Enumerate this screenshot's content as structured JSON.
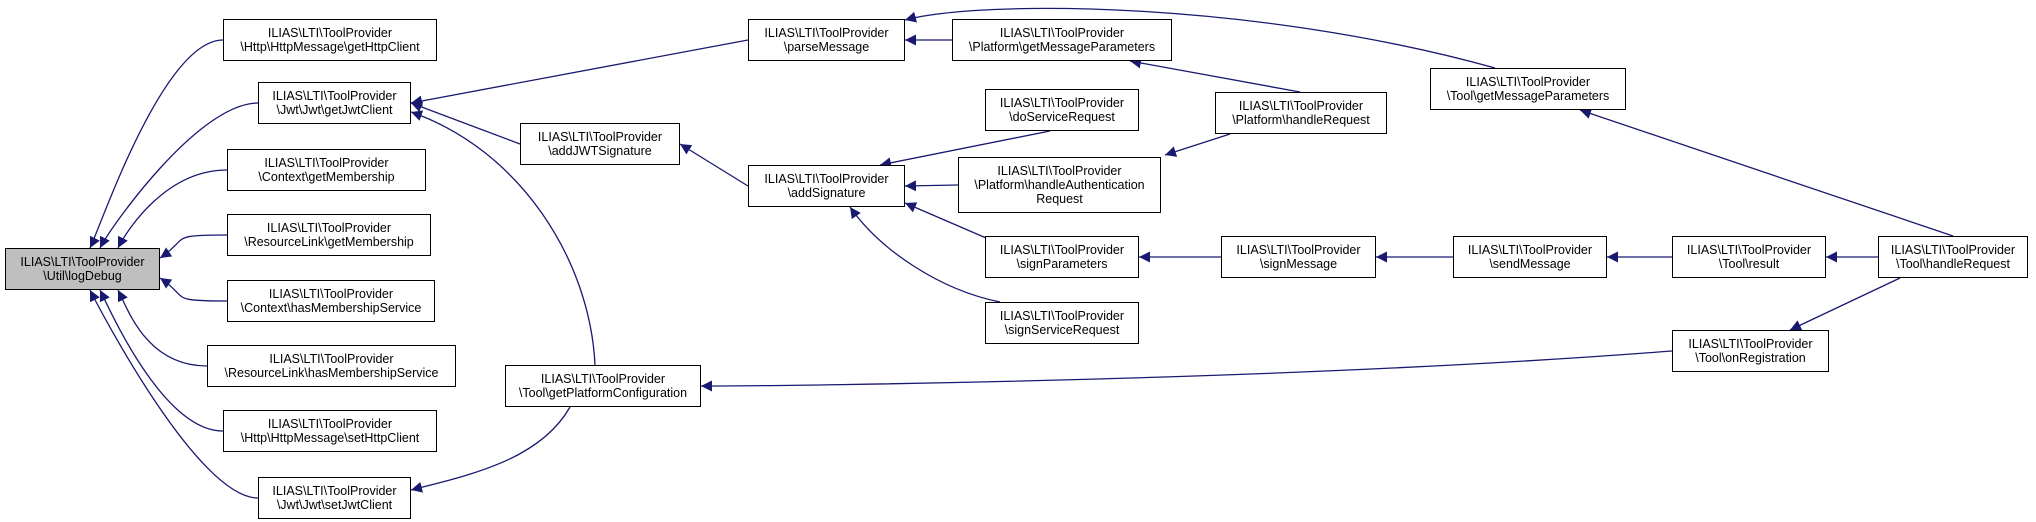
{
  "colors": {
    "edge": "#191970",
    "root_fill": "#bfbfbf",
    "node_fill": "#ffffff",
    "border": "#000000"
  },
  "nodes": [
    {
      "id": "logDebug",
      "lines": [
        "ILIAS\\LTI\\ToolProvider",
        "\\Util\\logDebug"
      ],
      "root": true
    },
    {
      "id": "httpGet",
      "lines": [
        "ILIAS\\LTI\\ToolProvider",
        "\\Http\\HttpMessage\\getHttpClient"
      ]
    },
    {
      "id": "jwtGet",
      "lines": [
        "ILIAS\\LTI\\ToolProvider",
        "\\Jwt\\Jwt\\getJwtClient"
      ]
    },
    {
      "id": "ctxGetMem",
      "lines": [
        "ILIAS\\LTI\\ToolProvider",
        "\\Context\\getMembership"
      ]
    },
    {
      "id": "rlGetMem",
      "lines": [
        "ILIAS\\LTI\\ToolProvider",
        "\\ResourceLink\\getMembership"
      ]
    },
    {
      "id": "ctxHasMem",
      "lines": [
        "ILIAS\\LTI\\ToolProvider",
        "\\Context\\hasMembershipService"
      ]
    },
    {
      "id": "rlHasMem",
      "lines": [
        "ILIAS\\LTI\\ToolProvider",
        "\\ResourceLink\\hasMembershipService"
      ]
    },
    {
      "id": "httpSet",
      "lines": [
        "ILIAS\\LTI\\ToolProvider",
        "\\Http\\HttpMessage\\setHttpClient"
      ]
    },
    {
      "id": "jwtSet",
      "lines": [
        "ILIAS\\LTI\\ToolProvider",
        "\\Jwt\\Jwt\\setJwtClient"
      ]
    },
    {
      "id": "addJWT",
      "lines": [
        "ILIAS\\LTI\\ToolProvider",
        "\\addJWTSignature"
      ]
    },
    {
      "id": "getPlatCfg",
      "lines": [
        "ILIAS\\LTI\\ToolProvider",
        "\\Tool\\getPlatformConfiguration"
      ]
    },
    {
      "id": "parseMsg",
      "lines": [
        "ILIAS\\LTI\\ToolProvider",
        "\\parseMessage"
      ]
    },
    {
      "id": "addSig",
      "lines": [
        "ILIAS\\LTI\\ToolProvider",
        "\\addSignature"
      ]
    },
    {
      "id": "platGetMsgP",
      "lines": [
        "ILIAS\\LTI\\ToolProvider",
        "\\Platform\\getMessageParameters"
      ]
    },
    {
      "id": "doSvc",
      "lines": [
        "ILIAS\\LTI\\ToolProvider",
        "\\doServiceRequest"
      ]
    },
    {
      "id": "platHandleAuth",
      "lines": [
        "ILIAS\\LTI\\ToolProvider",
        "\\Platform\\handleAuthentication",
        "Request"
      ]
    },
    {
      "id": "signParams",
      "lines": [
        "ILIAS\\LTI\\ToolProvider",
        "\\signParameters"
      ]
    },
    {
      "id": "signSvc",
      "lines": [
        "ILIAS\\LTI\\ToolProvider",
        "\\signServiceRequest"
      ]
    },
    {
      "id": "platHandleReq",
      "lines": [
        "ILIAS\\LTI\\ToolProvider",
        "\\Platform\\handleRequest"
      ]
    },
    {
      "id": "signMsg",
      "lines": [
        "ILIAS\\LTI\\ToolProvider",
        "\\signMessage"
      ]
    },
    {
      "id": "toolGetMsgP",
      "lines": [
        "ILIAS\\LTI\\ToolProvider",
        "\\Tool\\getMessageParameters"
      ]
    },
    {
      "id": "sendMsg",
      "lines": [
        "ILIAS\\LTI\\ToolProvider",
        "\\sendMessage"
      ]
    },
    {
      "id": "toolResult",
      "lines": [
        "ILIAS\\LTI\\ToolProvider",
        "\\Tool\\result"
      ]
    },
    {
      "id": "toolOnReg",
      "lines": [
        "ILIAS\\LTI\\ToolProvider",
        "\\Tool\\onRegistration"
      ]
    },
    {
      "id": "toolHandleReq",
      "lines": [
        "ILIAS\\LTI\\ToolProvider",
        "\\Tool\\handleRequest"
      ]
    }
  ],
  "edges": [
    {
      "from": "httpGet",
      "to": "logDebug"
    },
    {
      "from": "jwtGet",
      "to": "logDebug"
    },
    {
      "from": "ctxGetMem",
      "to": "logDebug"
    },
    {
      "from": "rlGetMem",
      "to": "logDebug"
    },
    {
      "from": "ctxHasMem",
      "to": "logDebug"
    },
    {
      "from": "rlHasMem",
      "to": "logDebug"
    },
    {
      "from": "httpSet",
      "to": "logDebug"
    },
    {
      "from": "jwtSet",
      "to": "logDebug"
    },
    {
      "from": "parseMsg",
      "to": "jwtGet"
    },
    {
      "from": "addJWT",
      "to": "jwtGet"
    },
    {
      "from": "getPlatCfg",
      "to": "jwtGet"
    },
    {
      "from": "getPlatCfg",
      "to": "jwtSet"
    },
    {
      "from": "addSig",
      "to": "addJWT"
    },
    {
      "from": "toolOnReg",
      "to": "getPlatCfg"
    },
    {
      "from": "platGetMsgP",
      "to": "parseMsg"
    },
    {
      "from": "toolGetMsgP",
      "to": "parseMsg"
    },
    {
      "from": "doSvc",
      "to": "addSig"
    },
    {
      "from": "platHandleAuth",
      "to": "addSig"
    },
    {
      "from": "signParams",
      "to": "addSig"
    },
    {
      "from": "signSvc",
      "to": "addSig"
    },
    {
      "from": "platHandleReq",
      "to": "platGetMsgP"
    },
    {
      "from": "platHandleReq",
      "to": "platHandleAuth"
    },
    {
      "from": "signMsg",
      "to": "signParams"
    },
    {
      "from": "sendMsg",
      "to": "signMsg"
    },
    {
      "from": "toolResult",
      "to": "sendMsg"
    },
    {
      "from": "toolHandleReq",
      "to": "toolResult"
    },
    {
      "from": "toolHandleReq",
      "to": "toolGetMsgP"
    },
    {
      "from": "toolHandleReq",
      "to": "toolOnReg"
    }
  ]
}
